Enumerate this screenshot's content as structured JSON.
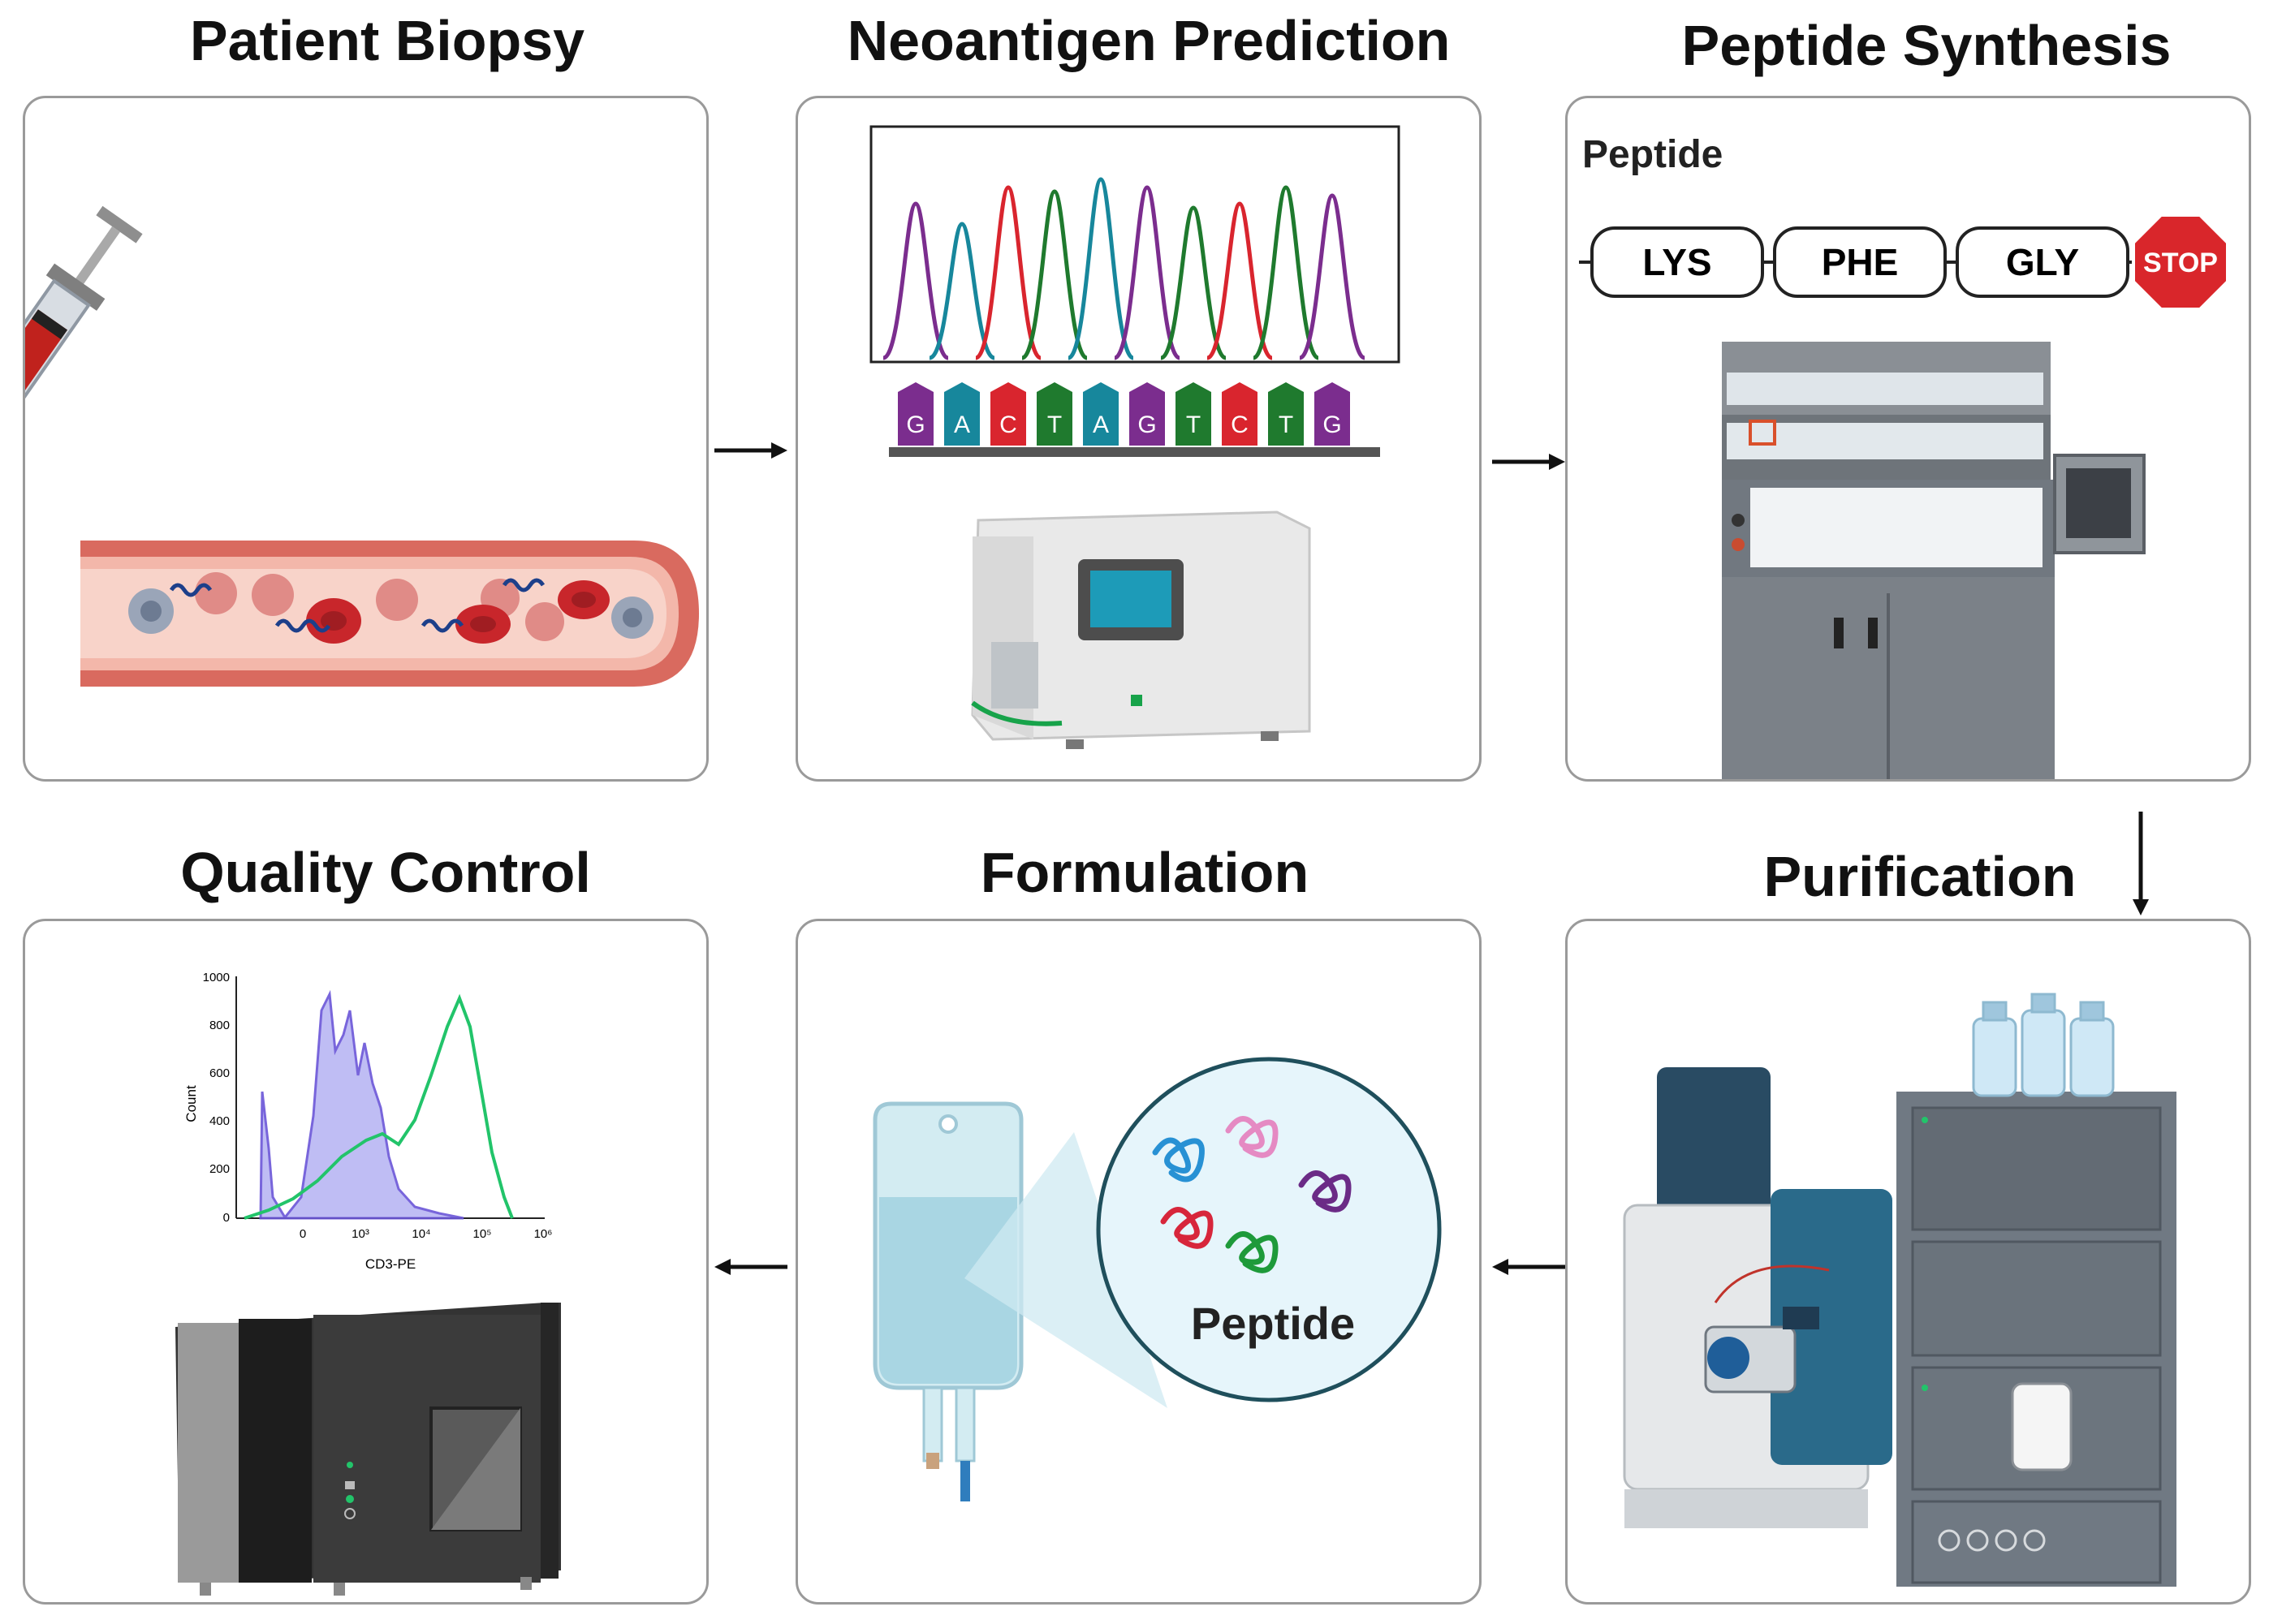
{
  "steps": [
    {
      "title": "Patient Biopsy"
    },
    {
      "title": "Neoantigen Prediction"
    },
    {
      "title": "Peptide Synthesis"
    },
    {
      "title": "Purification"
    },
    {
      "title": "Formulation"
    },
    {
      "title": "Quality Control"
    }
  ],
  "sequencing": {
    "bases": [
      "G",
      "A",
      "C",
      "T",
      "A",
      "G",
      "T",
      "C",
      "T",
      "G"
    ],
    "colors": {
      "G": "#7b2d8e",
      "A": "#17879c",
      "C": "#d9252e",
      "T": "#1f7a2e"
    }
  },
  "synthesis": {
    "label": "Peptide",
    "residues": [
      "LYS",
      "PHE",
      "GLY"
    ],
    "stop_label": "STOP"
  },
  "formulation": {
    "label": "Peptide"
  },
  "qc_chart": {
    "yticks": [
      "1000",
      "800",
      "600",
      "400",
      "200",
      "0"
    ],
    "xticks": [
      "0",
      "10³",
      "10⁴",
      "10⁵",
      "10⁶"
    ],
    "ylabel": "Count",
    "xlabel": "CD3-PE"
  },
  "colors": {
    "panel_border": "#9a9a9a",
    "histogram_fill": "#b9b6f3",
    "histogram_line": "#6a55d8",
    "green_line": "#22c46a"
  }
}
